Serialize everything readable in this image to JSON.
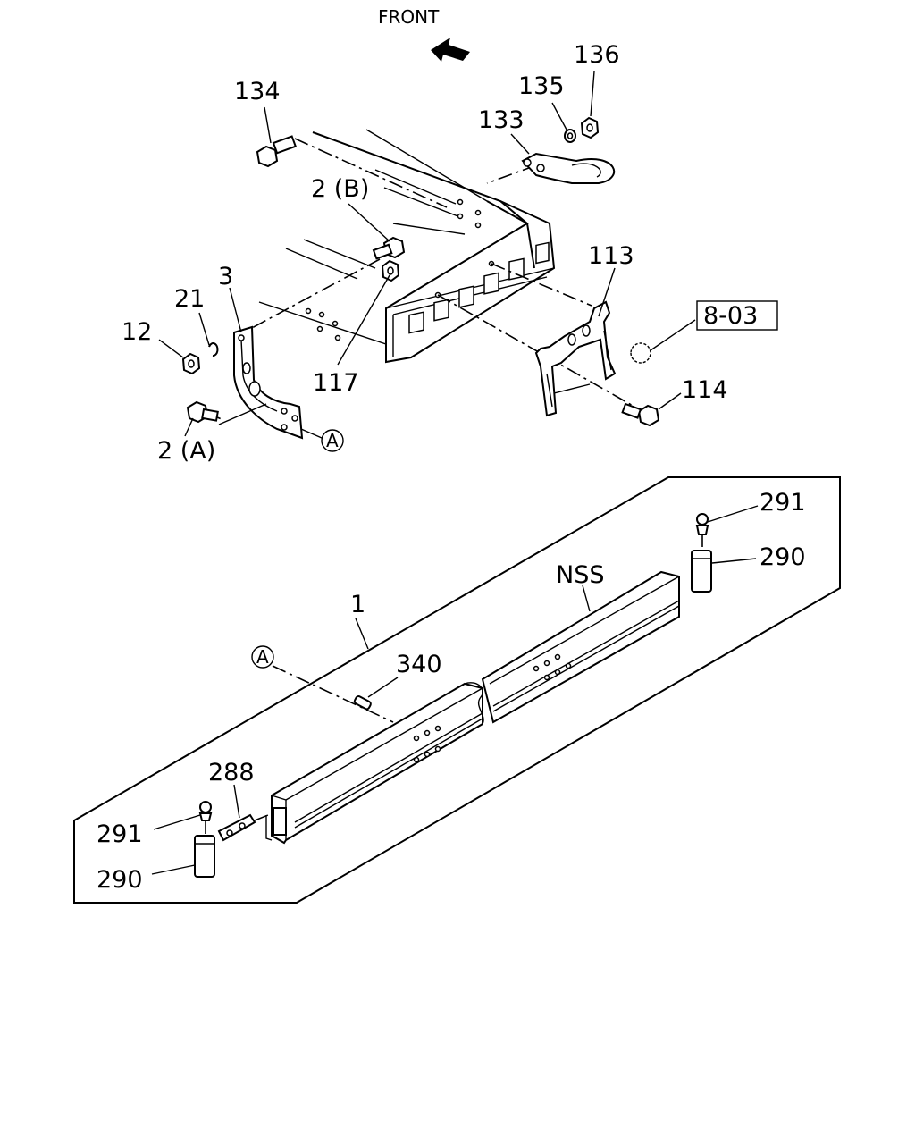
{
  "header": {
    "front_label": "FRONT"
  },
  "callouts": {
    "p134": "134",
    "p135": "135",
    "p136": "136",
    "p133": "133",
    "p2b": "2 (B)",
    "p3": "3",
    "p21": "21",
    "p12": "12",
    "p117": "117",
    "p113": "113",
    "p8_03": "8-03",
    "p114": "114",
    "p2a": "2 (A)",
    "circleA_top": "A",
    "p291_right": "291",
    "p290_right": "290",
    "nss": "NSS",
    "p1": "1",
    "circleA_bottom": "A",
    "p340": "340",
    "p288": "288",
    "p291_left": "291",
    "p290_left": "290"
  },
  "icons": {
    "front_arrow": "front-arrow-icon"
  }
}
